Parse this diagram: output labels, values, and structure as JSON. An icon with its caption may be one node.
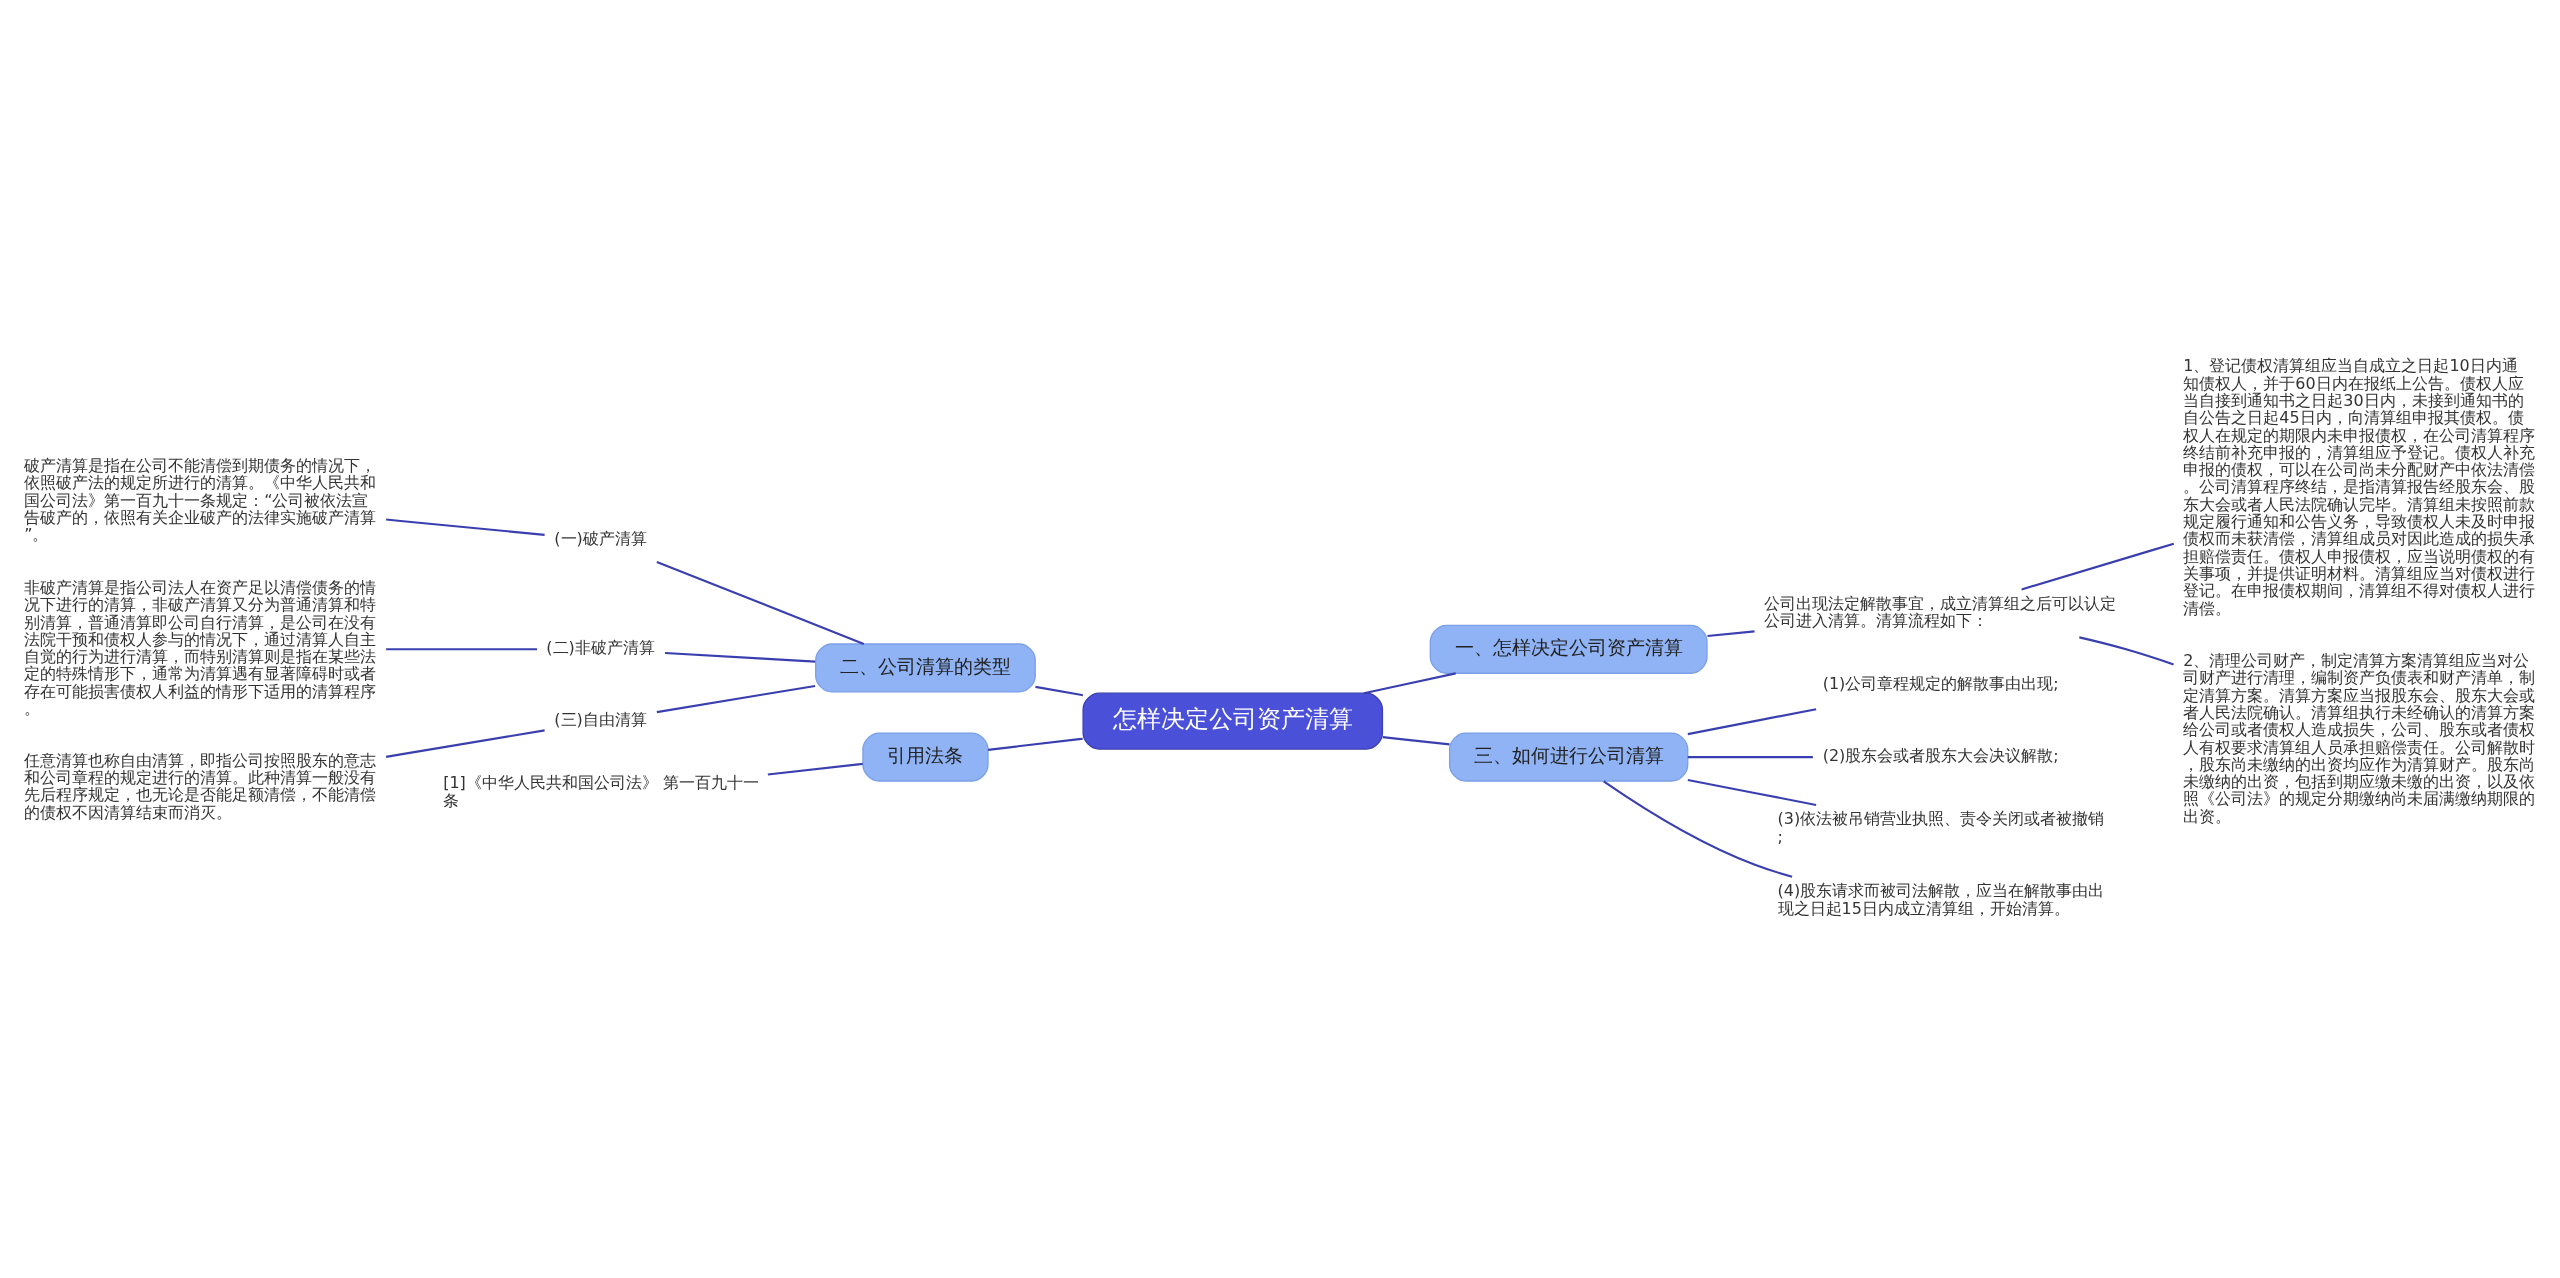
{
  "diagram": {
    "nodes": [
      {
        "text": [
          "怎样决定公司资产清算"
        ]
      },
      {
        "text": [
          "一、怎样决定公司资产清算"
        ]
      },
      {
        "text": [
          "公司出现法定解散事宜，成立清算组之后可以认定公司进入清算。清算流程如下："
        ]
      },
      {
        "text": [
          "1、登记债权清算组应当自成立之日起10日内通知债权人，并于60日内在报纸上公告。债权人应当自接到通知书之日起30日内，未接到通知书的自公告之日起45日内，向清算组申报其债权。债权人在规定的期限内未申报债权，在公司清算程序终结前补充申报的，清算组应予登记。债权人补充申报的债权，可以在公司尚未分配财产中依法清偿。公司清算程序终结，是指清算报告经股东会、股东大会或者人民法院确认完毕。清算组未按照前款规定履行通知和公告义务，导致债权人未及时申报债权而未获清偿，清算组成员对因此造成的损失承担赔偿责任。债权人申报债权，应当说明债权的有关事项，并提供证明材料。清算组应当对债权进行登记。在申报债权期间，清算组不得对债权人进行清偿。"
        ]
      },
      {
        "text": [
          "2、清理公司财产，制定清算方案清算组应当对公司财产进行清理，编制资产负债表和财产清单，制定清算方案。清算方案应当报股东会、股东大会或者人民法院确认。清算组执行未经确认的清算方案给公司或者债权人造成损失，公司、股东或者债权人有权要求清算组人员承担赔偿责任。公司解散时，股东尚未缴纳的出资均应作为清算财产。股东尚未缴纳的出资，包括到期应缴未缴的出资，以及依照《公司法》的规定分期缴纳尚未届满缴纳期限的出资。"
        ]
      },
      {
        "text": [
          "三、如何进行公司清算"
        ]
      },
      {
        "text": [
          "(1)公司章程规定的解散事由出现;"
        ]
      },
      {
        "text": [
          "(2)股东会或者股东大会决议解散;"
        ]
      },
      {
        "text": [
          "(3)依法被吊销营业执照、责令关闭或者被撤销;"
        ]
      },
      {
        "text": [
          "(4)股东请求而被司法解散，应当在解散事由出现之日起15日内成立清算组，开始清算。"
        ]
      },
      {
        "text": [
          "二、公司清算的类型"
        ]
      },
      {
        "text": [
          "(一)破产清算"
        ]
      },
      {
        "text": [
          "破产清算是指在公司不能清偿到期债务的情况下，依照破产法的规定所进行的清算。《中华人民共和国公司法》第一百九十一条规定：“公司被依法宣告破产的，依照有关企业破产的法律实施破产清算”。"
        ]
      },
      {
        "text": [
          "(二)非破产清算"
        ]
      },
      {
        "text": [
          "非破产清算是指公司法人在资产足以清偿债务的情况下进行的清算，非破产清算又分为普通清算和特别清算，普通清算即公司自行清算，是公司在没有法院干预和债权人参与的情况下，通过清算人自主自觉的行为进行清算，而特别清算则是指在某些法定的特殊情形下，通常为清算遇有显著障碍时或者存在可能损害债权人利益的情形下适用的清算程序。"
        ]
      },
      {
        "text": [
          "(三)自由清算"
        ]
      },
      {
        "text": [
          "任意清算也称自由清算，即指公司按照股东的意志和公司章程的规定进行的清算。此种清算一般没有先后程序规定，也无论是否能足额清偿，不能清偿的债权不因清算结束而消灭。"
        ]
      },
      {
        "text": [
          "引用法条"
        ]
      },
      {
        "text": [
          "[1]《中华人民共和国公司法》 第一百九十一条"
        ]
      }
    ],
    "edges": [
      {
        "from": 0,
        "to": 1,
        "arrow": "none"
      },
      {
        "from": 1,
        "to": 2,
        "arrow": "none"
      },
      {
        "from": 2,
        "to": 3,
        "arrow": "none"
      },
      {
        "from": 2,
        "to": 4,
        "arrow": "none"
      },
      {
        "from": 0,
        "to": 5,
        "arrow": "none"
      },
      {
        "from": 5,
        "to": 6,
        "arrow": "none"
      },
      {
        "from": 5,
        "to": 7,
        "arrow": "none"
      },
      {
        "from": 5,
        "to": 8,
        "arrow": "none"
      },
      {
        "from": 5,
        "to": 9,
        "arrow": "none"
      },
      {
        "from": 0,
        "to": 10,
        "arrow": "none"
      },
      {
        "from": 10,
        "to": 11,
        "arrow": "none"
      },
      {
        "from": 11,
        "to": 12,
        "arrow": "none"
      },
      {
        "from": 10,
        "to": 13,
        "arrow": "none"
      },
      {
        "from": 13,
        "to": 14,
        "arrow": "none"
      },
      {
        "from": 10,
        "to": 15,
        "arrow": "none"
      },
      {
        "from": 15,
        "to": 16,
        "arrow": "none"
      },
      {
        "from": 0,
        "to": 17,
        "arrow": "none"
      },
      {
        "from": 17,
        "to": 18,
        "arrow": "none"
      }
    ]
  }
}
